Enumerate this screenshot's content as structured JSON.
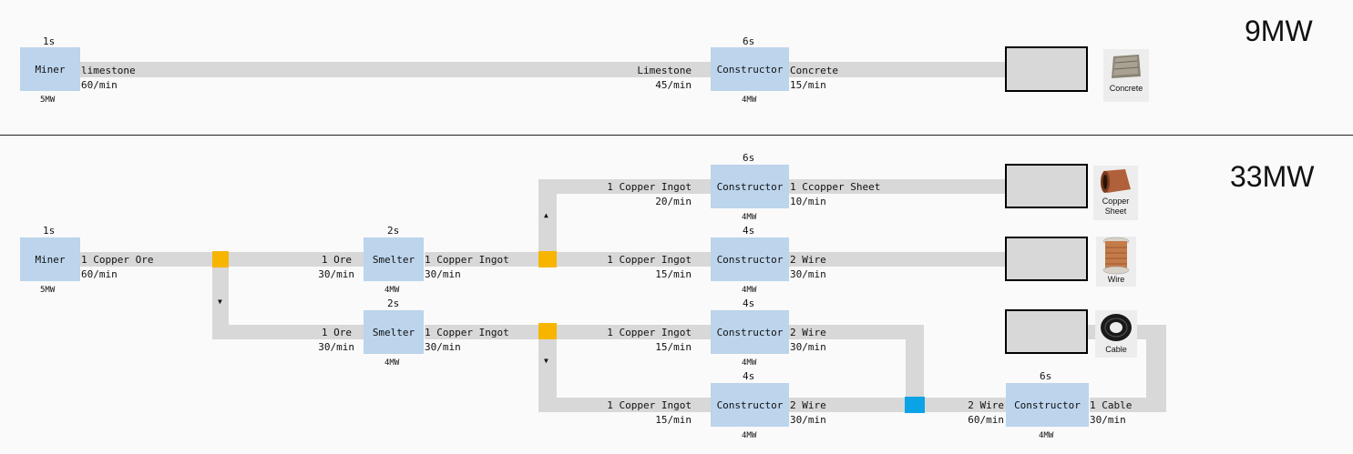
{
  "section1": {
    "power": "9MW",
    "miner": {
      "time": "1s",
      "label": "Miner",
      "power": "5MW",
      "out_item": "limestone",
      "out_rate": "60/min"
    },
    "constructor": {
      "time": "6s",
      "label": "Constructor",
      "power": "4MW",
      "in_item": "Limestone",
      "in_rate": "45/min",
      "out_item": "Concrete",
      "out_rate": "15/min"
    },
    "product": {
      "name": "Concrete"
    }
  },
  "section2": {
    "power": "33MW",
    "miner": {
      "time": "1s",
      "label": "Miner",
      "power": "5MW",
      "out_item": "1 Copper Ore",
      "out_rate": "60/min"
    },
    "smelter1": {
      "time": "2s",
      "label": "Smelter",
      "power": "4MW",
      "in_item": "1 Ore",
      "in_rate": "30/min",
      "out_item": "1 Copper Ingot",
      "out_rate": "30/min"
    },
    "smelter2": {
      "time": "2s",
      "label": "Smelter",
      "power": "4MW",
      "in_item": "1 Ore",
      "in_rate": "30/min",
      "out_item": "1 Copper Ingot",
      "out_rate": "30/min"
    },
    "constructor_sheet": {
      "time": "6s",
      "label": "Constructor",
      "power": "4MW",
      "in_item": "1 Copper Ingot",
      "in_rate": "20/min",
      "out_item": "1 Ccopper Sheet",
      "out_rate": "10/min"
    },
    "constructor_wire1": {
      "time": "4s",
      "label": "Constructor",
      "power": "4MW",
      "in_item": "1 Copper Ingot",
      "in_rate": "15/min",
      "out_item": "2 Wire",
      "out_rate": "30/min"
    },
    "constructor_wire2": {
      "time": "4s",
      "label": "Constructor",
      "power": "4MW",
      "in_item": "1 Copper Ingot",
      "in_rate": "15/min",
      "out_item": "2 Wire",
      "out_rate": "30/min"
    },
    "constructor_wire3": {
      "time": "4s",
      "label": "Constructor",
      "power": "4MW",
      "in_item": "1 Copper Ingot",
      "in_rate": "15/min",
      "out_item": "2 Wire",
      "out_rate": "30/min"
    },
    "constructor_cable": {
      "time": "6s",
      "label": "Constructor",
      "power": "4MW",
      "in_item": "2 Wire",
      "in_rate": "60/min",
      "out_item": "1 Cable",
      "out_rate": "30/min"
    },
    "products": {
      "sheet_line1": "Copper",
      "sheet_line2": "Sheet",
      "wire": "Wire",
      "cable": "Cable"
    }
  },
  "colors": {
    "node": "#bcd4ec",
    "belt": "#d8d8d8",
    "splitter": "#f7b500",
    "merger": "#0aa3e6"
  }
}
